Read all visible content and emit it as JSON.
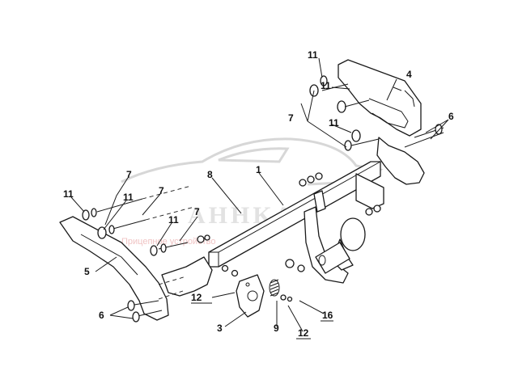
{
  "diagram": {
    "callouts": [
      "1",
      "3",
      "4",
      "5",
      "6",
      "7",
      "8",
      "9",
      "11",
      "12",
      "16"
    ],
    "watermark": {
      "brand": "AHHKA",
      "tagline": "Прицепное устройство"
    },
    "colors": {
      "line": "#1a1a1a",
      "background": "#ffffff",
      "watermark": "#d7d7d7"
    }
  }
}
